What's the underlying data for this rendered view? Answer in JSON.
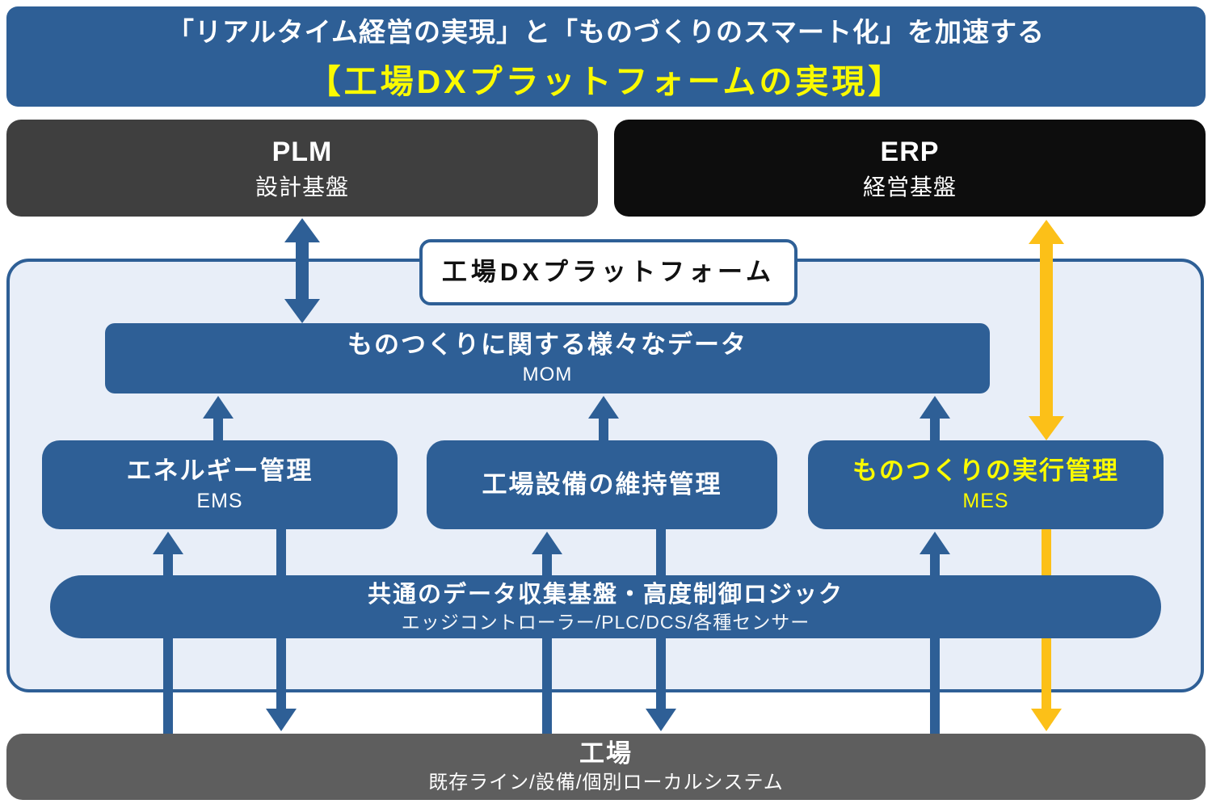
{
  "banner": {
    "line1": "「リアルタイム経営の実現」と「ものづくりのスマート化」を加速する",
    "line2": "【工場DXプラットフォームの実現】"
  },
  "plm": {
    "title": "PLM",
    "subtitle": "設計基盤"
  },
  "erp": {
    "title": "ERP",
    "subtitle": "経営基盤"
  },
  "platform": {
    "label": "工場DXプラットフォーム"
  },
  "mom": {
    "title": "ものつくりに関する様々なデータ",
    "subtitle": "MOM"
  },
  "ems": {
    "title": "エネルギー管理",
    "subtitle": "EMS"
  },
  "maintenance": {
    "title": "工場設備の維持管理"
  },
  "mes": {
    "title": "ものつくりの実行管理",
    "subtitle": "MES"
  },
  "common_base": {
    "title": "共通のデータ収集基盤・高度制御ロジック",
    "subtitle": "エッジコントローラー/PLC/DCS/各種センサー"
  },
  "factory": {
    "title": "工場",
    "subtitle": "既存ライン/設備/個別ローカルシステム"
  },
  "colors": {
    "blue": "#2E5F96",
    "light_blue": "#E8EEF8",
    "gold_arrow": "#FCC018",
    "yellow_text": "#FAFA00",
    "plm_gray": "#3F3F3F",
    "erp_black": "#0D0D0D",
    "factory_gray": "#5E5E5E"
  }
}
